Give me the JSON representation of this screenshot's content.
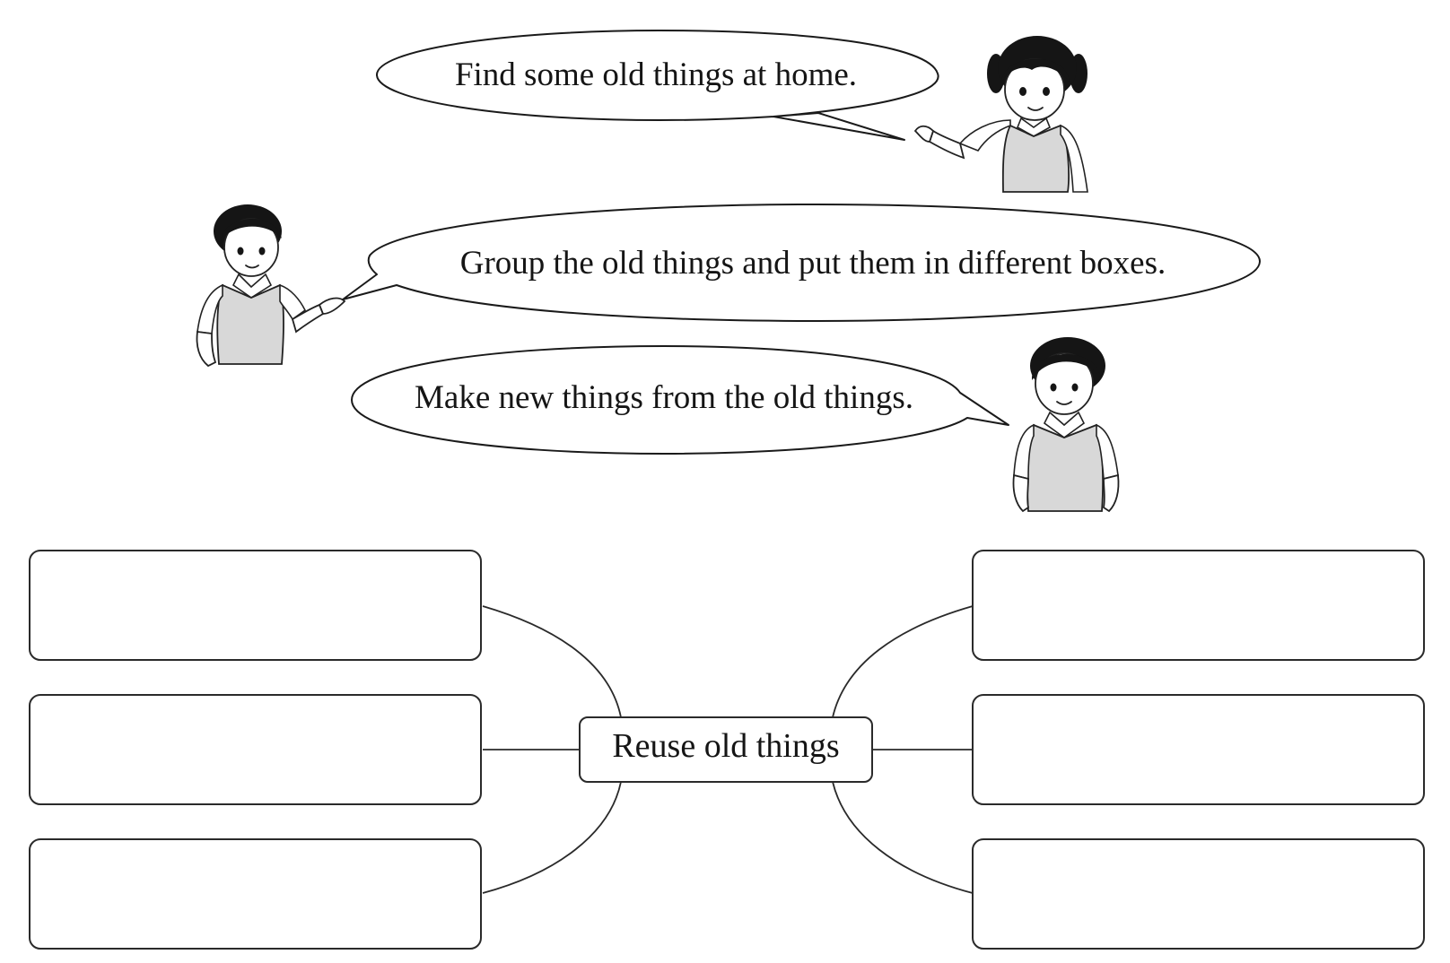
{
  "speech_bubbles": {
    "girl": "Find some old things at home.",
    "boy_left": "Group the old things and put them in different boxes.",
    "boy_right": "Make new things from the old things."
  },
  "mind_map": {
    "center_label": "Reuse old things",
    "left_boxes": [
      "",
      "",
      ""
    ],
    "right_boxes": [
      "",
      "",
      ""
    ]
  }
}
